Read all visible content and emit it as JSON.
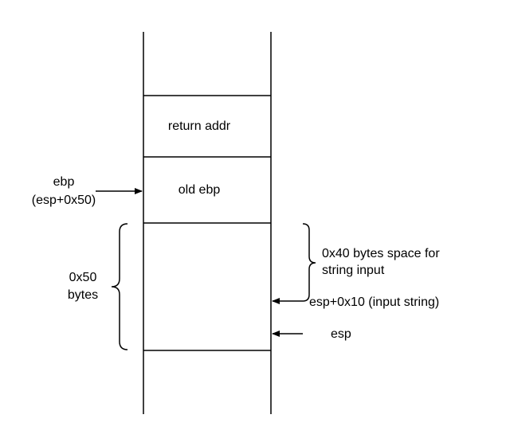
{
  "slots": [
    {
      "label": "return addr"
    },
    {
      "label": "old ebp"
    }
  ],
  "labels": {
    "ebp": "ebp",
    "ebp_offset": "(esp+0x50)",
    "frame_size_value": "0x50",
    "frame_size_unit": "bytes",
    "buffer_line1": "0x40 bytes space for",
    "buffer_line2": "string input",
    "input_ptr": "esp+0x10 (input string)",
    "esp": "esp"
  },
  "colors": {
    "stroke": "#000000",
    "background": "#ffffff"
  }
}
